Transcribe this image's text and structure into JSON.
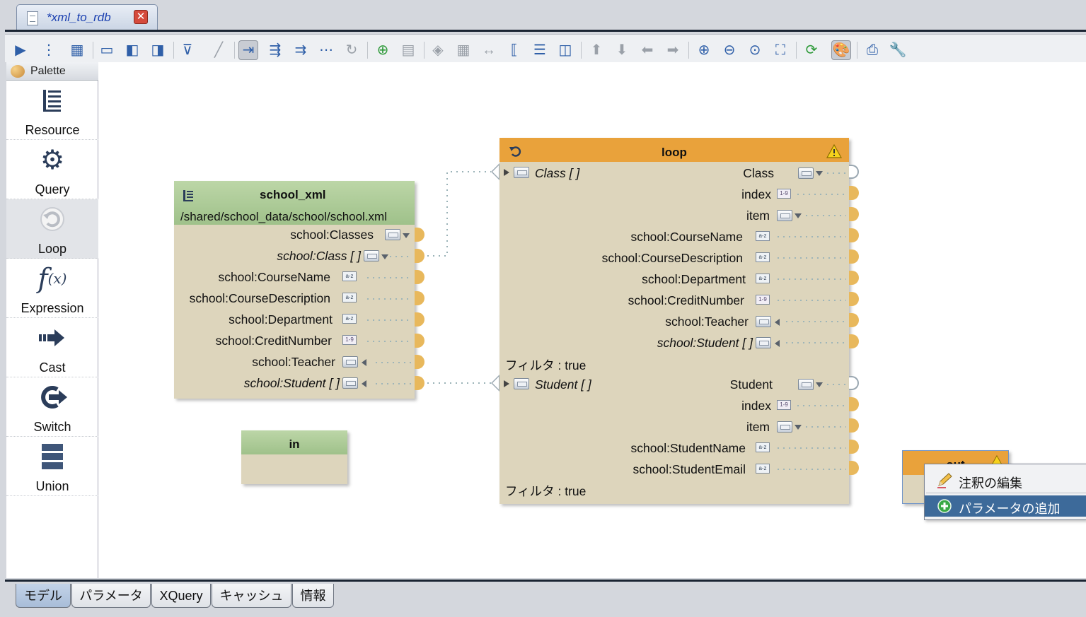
{
  "editor_tab": {
    "title": "*xml_to_rdb",
    "close_glyph": "✕"
  },
  "palette": {
    "title": "Palette",
    "items": [
      {
        "label": "Resource",
        "icon": "resource-icon"
      },
      {
        "label": "Query",
        "icon": "gear-icon"
      },
      {
        "label": "Loop",
        "icon": "loop-icon"
      },
      {
        "label": "Expression",
        "icon": "function-icon",
        "glyph": "f"
      },
      {
        "label": "Cast",
        "icon": "arrow-right-icon"
      },
      {
        "label": "Switch",
        "icon": "switch-icon"
      },
      {
        "label": "Union",
        "icon": "union-icon"
      }
    ]
  },
  "school_xml": {
    "title": "school_xml",
    "path": "/shared/school_data/school/school.xml",
    "rows": [
      "school:Classes",
      "school:Class [ ]",
      "school:CourseName",
      "school:CourseDescription",
      "school:Department",
      "school:CreditNumber",
      "school:Teacher",
      "school:Student [ ]"
    ]
  },
  "in_node": {
    "title": "in"
  },
  "loop": {
    "title": "loop",
    "class_section": {
      "source": "Class [ ]",
      "rows": [
        "Class",
        "index",
        "item",
        "school:CourseName",
        "school:CourseDescription",
        "school:Department",
        "school:CreditNumber",
        "school:Teacher",
        "school:Student [ ]"
      ],
      "filter": "フィルタ : true"
    },
    "student_section": {
      "source": "Student [ ]",
      "rows": [
        "Student",
        "index",
        "item",
        "school:StudentName",
        "school:StudentEmail"
      ],
      "filter": "フィルタ : true"
    }
  },
  "out_node": {
    "title": "out"
  },
  "context_menu": {
    "items": [
      {
        "label": "注釈の編集",
        "icon": "pencil-icon"
      },
      {
        "label": "パラメータの追加",
        "icon": "add-icon"
      }
    ]
  },
  "bottom_tabs": [
    "モデル",
    "パラメータ",
    "XQuery",
    "キャッシュ",
    "情報"
  ],
  "badges": {
    "az": "a-z",
    "num": "1-9"
  },
  "colors": {
    "green_header": "#a6c690",
    "orange_header": "#e9a23b",
    "node_body": "#ddd5bc",
    "port": "#e8b85c",
    "menu_highlight": "#3d6a9a"
  }
}
